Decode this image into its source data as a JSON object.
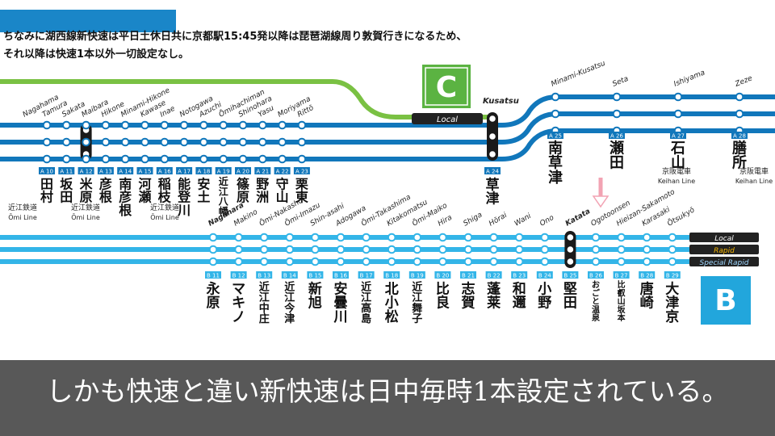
{
  "note": {
    "line1": "ちなみに湖西線新快速は平日土休日共に京都駅15:45発以降は琵琶湖線周り敦賀行きになるため、",
    "line2": "それ以降は快速1本以外一切設定なし。"
  },
  "caption": "しかも快速と違い新快速は日中毎時1本設定されている。",
  "colors": {
    "biwako": "#1177bb",
    "kosei": "#33b5e8",
    "kusatsu": "#7ac143",
    "stroke_dark": "#222222"
  },
  "line_c": {
    "badge": "C",
    "tag": "Local"
  },
  "line_b": {
    "badge": "B",
    "service_tags": [
      "Local",
      "Rapid",
      "Special Rapid"
    ]
  },
  "biwako_stations": [
    {
      "en": "Nagahama",
      "code": "A 10",
      "ja": "田村"
    },
    {
      "en": "Tamura",
      "code": "A 11",
      "ja": "坂田"
    },
    {
      "en": "Sakata",
      "code": "A 12",
      "ja": "米原"
    },
    {
      "en": "Maibara",
      "code": "A 13",
      "ja": "彦根"
    },
    {
      "en": "Hikone",
      "code": "A 14",
      "ja": "南彦根"
    },
    {
      "en": "Minami-Hikone",
      "code": "A 15",
      "ja": "河瀬"
    },
    {
      "en": "Kawase",
      "code": "A 16",
      "ja": "稲枝"
    },
    {
      "en": "Inae",
      "code": "A 17",
      "ja": "能登川"
    },
    {
      "en": "Notogawa",
      "code": "A 18",
      "ja": "安土"
    },
    {
      "en": "Azuchi",
      "code": "A 19",
      "ja": "近江八幡"
    },
    {
      "en": "Ōmihachiman",
      "code": "A 20",
      "ja": "篠原"
    },
    {
      "en": "Shinohara",
      "code": "A 21",
      "ja": "野洲"
    },
    {
      "en": "Yasu",
      "code": "A 22",
      "ja": "守山"
    },
    {
      "en": "Moriyama",
      "code": "A 23",
      "ja": "栗東"
    },
    {
      "en": "Rittō",
      "code": "",
      "ja": ""
    }
  ],
  "kusatsu": {
    "en": "Kusatsu",
    "code": "A 24",
    "ja": "草津"
  },
  "south_stations": [
    {
      "en": "Minami-Kusatsu",
      "code": "A 25",
      "ja": "南草津"
    },
    {
      "en": "Seta",
      "code": "A 26",
      "ja": "瀬田"
    },
    {
      "en": "Ishiyama",
      "code": "A 27",
      "ja": "石山"
    },
    {
      "en": "Zeze",
      "code": "A 28",
      "ja": "膳所"
    }
  ],
  "omi_line": {
    "ja": "近江鉄道",
    "en": "Ōmi Line"
  },
  "keihan_line": {
    "ja": "京阪電車",
    "en": "Keihan Line"
  },
  "kosei_stations": [
    {
      "en": "Nagahara",
      "code": "B 11",
      "ja": "永原"
    },
    {
      "en": "Makino",
      "code": "B 12",
      "ja": "マキノ"
    },
    {
      "en": "Ōmi-Nakashō",
      "code": "B 13",
      "ja": "近江中庄"
    },
    {
      "en": "Ōmi-Imazu",
      "code": "B 14",
      "ja": "近江今津"
    },
    {
      "en": "Shin-asahi",
      "code": "B 15",
      "ja": "新旭"
    },
    {
      "en": "Adogawa",
      "code": "B 16",
      "ja": "安曇川"
    },
    {
      "en": "Ōmi-Takashima",
      "code": "B 17",
      "ja": "近江高島"
    },
    {
      "en": "Kitakomatsu",
      "code": "B 18",
      "ja": "北小松"
    },
    {
      "en": "Ōmi-Maiko",
      "code": "B 19",
      "ja": "近江舞子"
    },
    {
      "en": "Hira",
      "code": "B 20",
      "ja": "比良"
    },
    {
      "en": "Shiga",
      "code": "B 21",
      "ja": "志賀"
    },
    {
      "en": "Hōrai",
      "code": "B 22",
      "ja": "蓬莱"
    },
    {
      "en": "Wani",
      "code": "B 23",
      "ja": "和邇"
    },
    {
      "en": "Ono",
      "code": "B 24",
      "ja": "小野"
    },
    {
      "en": "Katata",
      "code": "B 25",
      "ja": "堅田"
    },
    {
      "en": "Ogotoonsen",
      "code": "B 26",
      "ja": "おごと温泉"
    },
    {
      "en": "Hieizan-Sakamoto",
      "code": "B 27",
      "ja": "比叡山坂本"
    },
    {
      "en": "Karasaki",
      "code": "B 28",
      "ja": "唐崎"
    },
    {
      "en": "Ōtsukyō",
      "code": "B 29",
      "ja": "大津京"
    }
  ]
}
